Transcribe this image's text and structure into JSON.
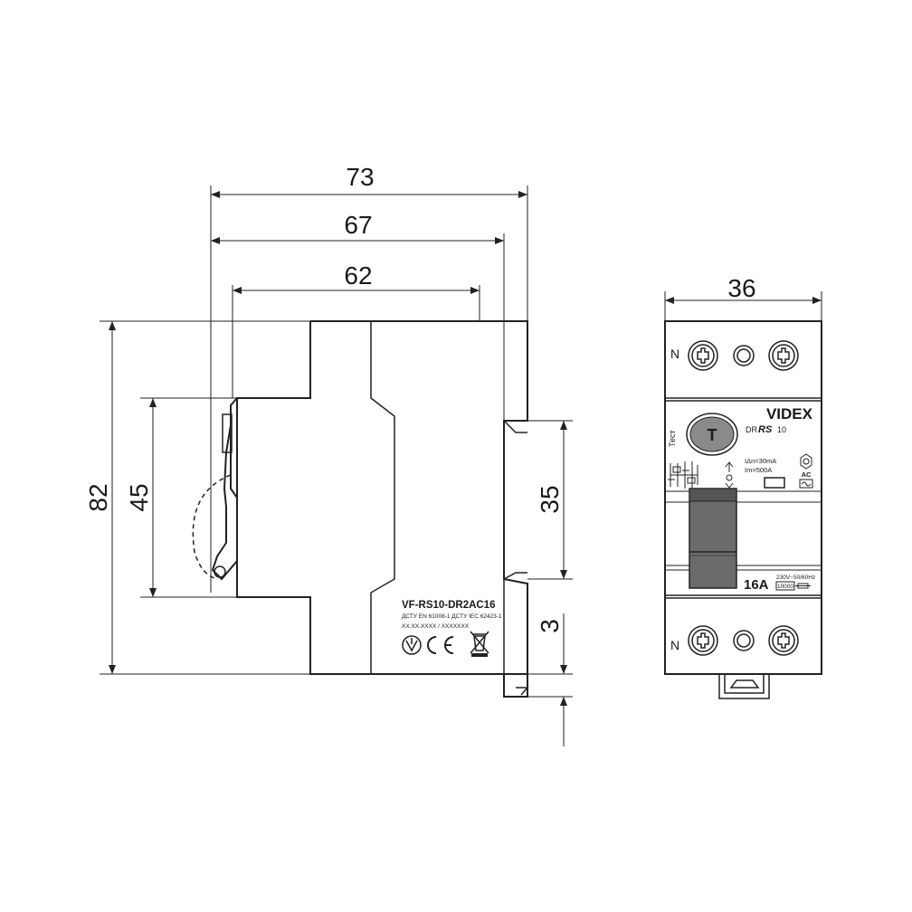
{
  "dimensions": {
    "side_width_total": "73",
    "side_width_body": "67",
    "side_width_front": "62",
    "side_height_total": "82",
    "side_height_front": "45",
    "rail_height": "35",
    "clip_depth": "3",
    "front_width": "36"
  },
  "side_label": {
    "model": "VF-RS10-DR2AC16",
    "standards": "ДСТУ EN 61008-1   ДСТУ IEC 62423-1",
    "serial": "XX.XX.XXXX / XXXXXXX"
  },
  "front_panel": {
    "brand": "VIDEX",
    "series_prefix": "DR",
    "series_mark": "RS",
    "series_suffix": "10",
    "test_label": "Тест",
    "test_button": "T",
    "neutral_top": "N",
    "neutral_bottom": "N",
    "leakage_current": "IΔn=30mA",
    "rated_making": "Im=500A",
    "type_ac": "AC",
    "rated_current": "16A",
    "voltage_freq": "230V~50/60Hz",
    "breaking_capacity": "10000"
  },
  "colors": {
    "line": "#222222",
    "toggle": "#6b6b6b",
    "toggle_dark": "#555555",
    "test_button": "#8a8a8a"
  }
}
